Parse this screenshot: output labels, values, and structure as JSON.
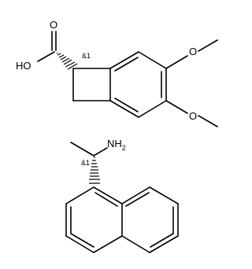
{
  "structure_1": {
    "hydroxyl_label": "HO",
    "carbonyl_oxygen_label": "O",
    "stereo_label": "&1",
    "methoxy_upper_oxygen_label": "O",
    "methoxy_lower_oxygen_label": "O"
  },
  "structure_2": {
    "amine_label": "NH",
    "amine_subscript": "2",
    "stereo_label": "&1"
  }
}
